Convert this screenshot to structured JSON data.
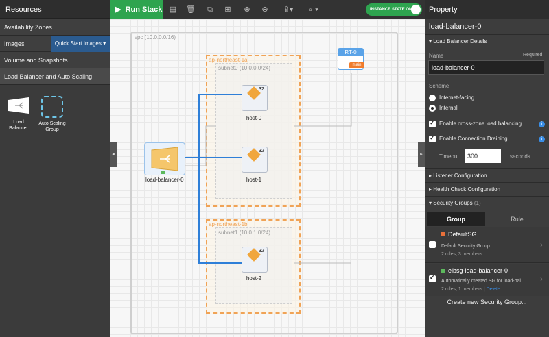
{
  "left_panel": {
    "title": "Resources",
    "sections": [
      "Availability Zones",
      "Images",
      "Volume and Snapshots",
      "Load Balancer and Auto Scaling"
    ],
    "quickstart": "Quick Start Images",
    "resources": [
      {
        "label": "Load Balancer"
      },
      {
        "label": "Auto Scaling Group"
      }
    ]
  },
  "toolbar": {
    "run_label": "Run Stack",
    "instance_state": "INSTANCE STATE ON"
  },
  "canvas": {
    "vpc_label": "vpc (10.0.0.0/16)",
    "zones": [
      {
        "name": "ap-northeast-1a",
        "subnet": "subnet0 (10.0.0.0/24)"
      },
      {
        "name": "ap-northeast-1b",
        "subnet": "subnet1 (10.0.1.0/24)"
      }
    ],
    "rt": {
      "name": "RT-0",
      "tag": "main"
    },
    "lb": {
      "name": "load-balancer-0"
    },
    "hosts": [
      {
        "name": "host-0",
        "count": "32"
      },
      {
        "name": "host-1",
        "count": "32"
      },
      {
        "name": "host-2",
        "count": "32"
      }
    ]
  },
  "property": {
    "title": "Property",
    "name_heading": "load-balancer-0",
    "details_section": "Load Balancer Details",
    "name_label": "Name",
    "required": "Required",
    "name_value": "load-balancer-0",
    "scheme_label": "Scheme",
    "scheme_options": [
      "Internet-facing",
      "Internal"
    ],
    "cross_zone": "Enable cross-zone load balancing",
    "conn_drain": "Enable Connection Draining",
    "timeout_label": "Timeout",
    "timeout_value": "300",
    "timeout_unit": "seconds",
    "listener": "Listener Configuration",
    "health": "Health Check Configuration",
    "sg_section": "Security Groups",
    "sg_count": "(1)",
    "tabs": [
      "Group",
      "Rule"
    ],
    "groups": [
      {
        "name": "DefaultSG",
        "desc": "Default Security Group",
        "meta": "2 rules, 3 members",
        "color": "#e8703a",
        "checked": false
      },
      {
        "name": "elbsg-load-balancer-0",
        "desc": "Automatically created SG for load-bal...",
        "meta": "2 rules, 1 members |",
        "delete": "Delete",
        "color": "#5cb85c",
        "checked": true
      }
    ],
    "create_sg": "Create new Security Group..."
  }
}
